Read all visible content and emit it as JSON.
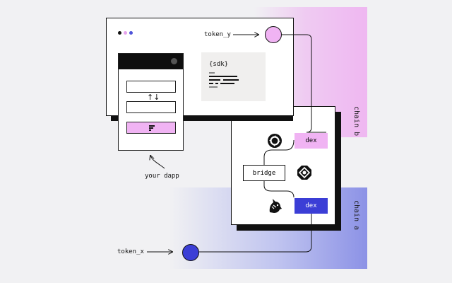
{
  "tokens": {
    "y_label": "token_y",
    "x_label": "token_x"
  },
  "chains": {
    "b_label": "chain b",
    "a_label": "chain a"
  },
  "dapp": {
    "caption": "your dapp",
    "swap_glyph": "↑↓"
  },
  "sdk": {
    "label": "{sdk}"
  },
  "route": {
    "dex_top": "dex",
    "bridge": "bridge",
    "dex_bottom": "dex"
  },
  "icons": {
    "dapp_logo": "stacked-bars-icon",
    "protocol_1": "ring-arrows-icon",
    "protocol_2": "octagon-seal-icon",
    "protocol_3": "unicorn-icon"
  },
  "colors": {
    "pink": "#f0b3f3",
    "blue": "#3b3ed6",
    "dark": "#111111",
    "window_dots": [
      "#111111",
      "#e7a3ec",
      "#4e53d9"
    ]
  }
}
